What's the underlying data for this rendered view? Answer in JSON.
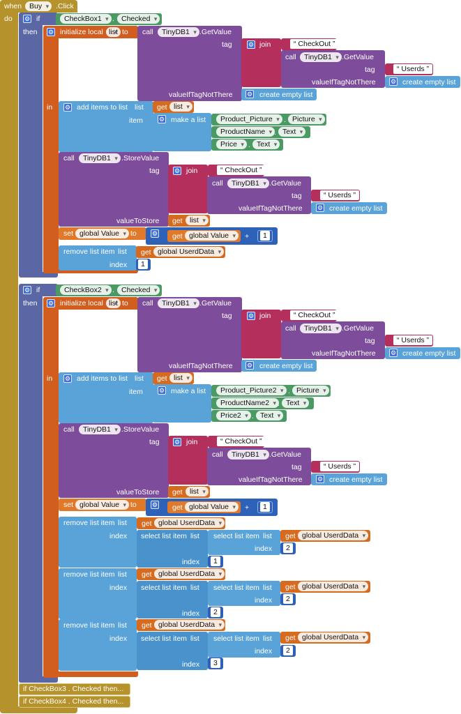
{
  "event": {
    "when": "when",
    "component": "Buy",
    "event": ".Click",
    "do": "do"
  },
  "kw": {
    "if": "if",
    "then": "then",
    "in": "in",
    "init_local": "initialize local",
    "to": "to",
    "call": "call",
    "get": "get",
    "set": "set",
    "get_value": ".GetValue",
    "store_value": ".StoreValue",
    "tag": "tag",
    "value_if_tag_not_there": "valueIfTagNotThere",
    "value_to_store": "valueToStore",
    "join": "join",
    "create_empty_list": "create empty list",
    "add_items_to_list": "add items to list",
    "list": "list",
    "item": "item",
    "make_a_list": "make a list",
    "remove_list_item": "remove list item",
    "index": "index",
    "select_list_item": "select list item",
    "plus": "+"
  },
  "names": {
    "tinydb": "TinyDB1",
    "list_var": "list",
    "global_value": "global Value",
    "global_userddata": "global UserdData",
    "checkout": "CheckOut",
    "userds": "Userds",
    "checked": "Checked",
    "picture": "Picture",
    "text": "Text"
  },
  "block1": {
    "checkbox": "CheckBox1",
    "items": [
      {
        "component": "Product_Picture",
        "property": "Picture"
      },
      {
        "component": "ProductName",
        "property": "Text"
      },
      {
        "component": "Price",
        "property": "Text"
      }
    ],
    "plus_value": "1",
    "remove_index": "1"
  },
  "block2": {
    "checkbox": "CheckBox2",
    "items": [
      {
        "component": "Product_Picture2",
        "property": "Picture"
      },
      {
        "component": "ProductName2",
        "property": "Text"
      },
      {
        "component": "Price2",
        "property": "Text"
      }
    ],
    "plus_value": "1",
    "removes": [
      {
        "inner_index": "2",
        "outer_index": "1"
      },
      {
        "inner_index": "2",
        "outer_index": "2"
      },
      {
        "inner_index": "2",
        "outer_index": "3"
      }
    ]
  },
  "collapsed": [
    "if CheckBox3 . Checked then...",
    "if CheckBox4 . Checked then..."
  ],
  "colors": {
    "event": "#b5922b",
    "control": "#5b67a5",
    "variable": "#e07a2a",
    "tinydb": "#7d4d9c",
    "text": "#b42f5c",
    "list": "#59a3d8",
    "logic": "#4b9a64",
    "math": "#2e62b8"
  }
}
